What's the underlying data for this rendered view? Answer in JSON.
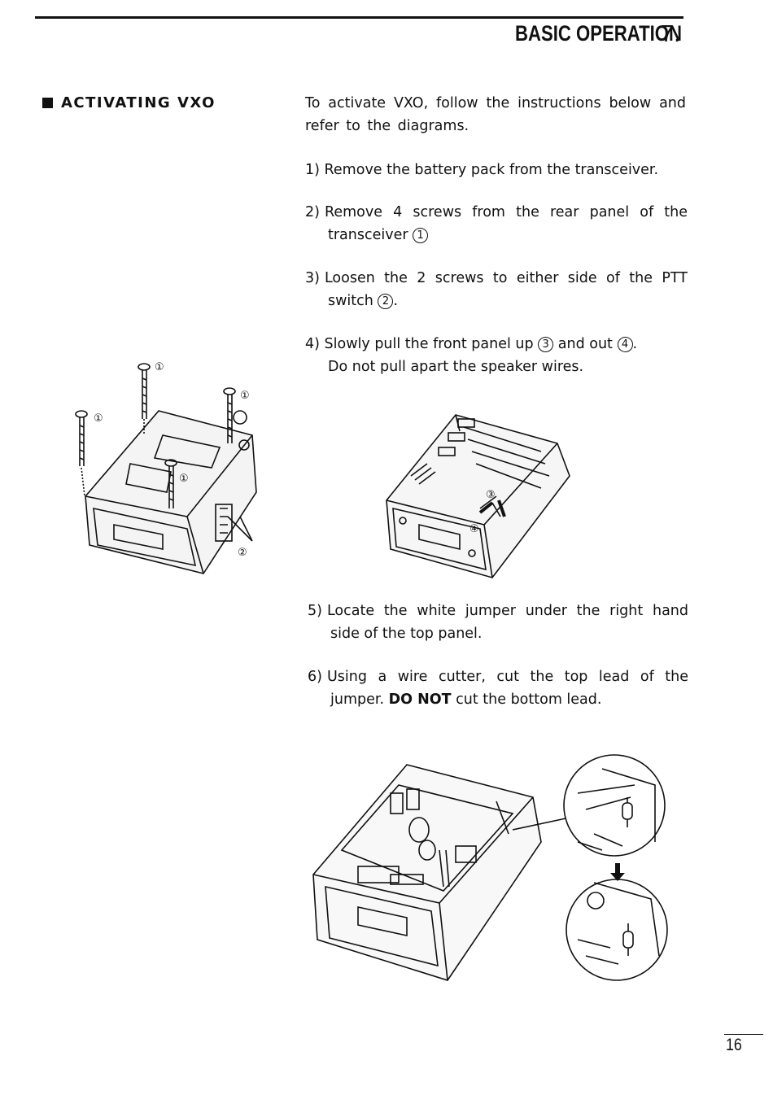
{
  "header": {
    "title": "BASIC OPERATION",
    "chapter": "7."
  },
  "section": {
    "heading": "ACTIVATING VXO"
  },
  "intro": "To activate VXO, follow the instructions below and refer to the diagrams.",
  "steps": [
    {
      "num": "1)",
      "text": "Remove the battery pack from the transceiver."
    },
    {
      "num": "2)",
      "text_a": "Remove 4 screws from the rear panel of the",
      "text_b": "transceiver",
      "mark": "1"
    },
    {
      "num": "3)",
      "text_a": "Loosen the 2 screws to either side of the PTT",
      "text_b": "switch",
      "mark": "2",
      "tail": "."
    },
    {
      "num": "4)",
      "text_a": "Slowly pull the front panel up",
      "mark_a": "3",
      "text_mid": "and out",
      "mark_b": "4",
      "tail": ".",
      "text_b": "Do not pull apart the speaker wires."
    },
    {
      "num": "5)",
      "text_a": "Locate the white jumper under the right hand",
      "text_b": "side of the top panel."
    },
    {
      "num": "6)",
      "text_a": "Using a wire cutter, cut the top lead of the",
      "text_b_pre": "jumper.",
      "text_b_bold": "DO NOT",
      "text_b_post": "cut the bottom lead."
    }
  ],
  "figures": {
    "fig1_labels": [
      "①",
      "①",
      "①",
      "①",
      "②"
    ],
    "fig2_labels": [
      "③",
      "④"
    ]
  },
  "page_number": "16"
}
